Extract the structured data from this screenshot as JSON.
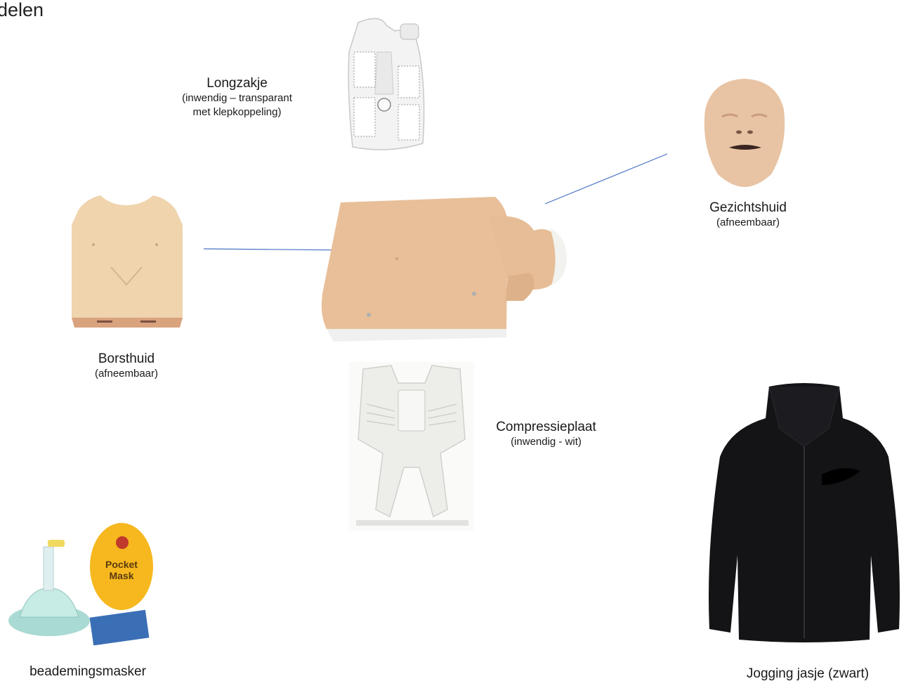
{
  "heading": "delen",
  "parts": {
    "longzakje": {
      "title": "Longzakje",
      "sub1": "(inwendig – transparant",
      "sub2": "met klepkoppeling)"
    },
    "gezichtshuid": {
      "title": "Gezichtshuid",
      "sub": "(afneembaar)"
    },
    "borsthuid": {
      "title": "Borsthuid",
      "sub": "(afneembaar)"
    },
    "compressieplaat": {
      "title": "Compressieplaat",
      "sub": "(inwendig - wit)"
    },
    "beademingsmasker": {
      "title": "beademingsmasker"
    },
    "jasje": {
      "title": "Jogging jasje (zwart)"
    }
  },
  "pocket_mask_case": {
    "line1": "Pocket",
    "line2": "Mask"
  },
  "colors": {
    "connector": "#4a72c4",
    "skin": "#e8c29c",
    "white_part": "#f1f1ee",
    "jacket": "#141417",
    "mask_case": "#f6b81e"
  },
  "icons": [
    "lung-bag-image",
    "face-skin-image",
    "chest-skin-image",
    "manikin-torso-image",
    "compression-plate-image",
    "pocket-mask-image",
    "jacket-image"
  ]
}
